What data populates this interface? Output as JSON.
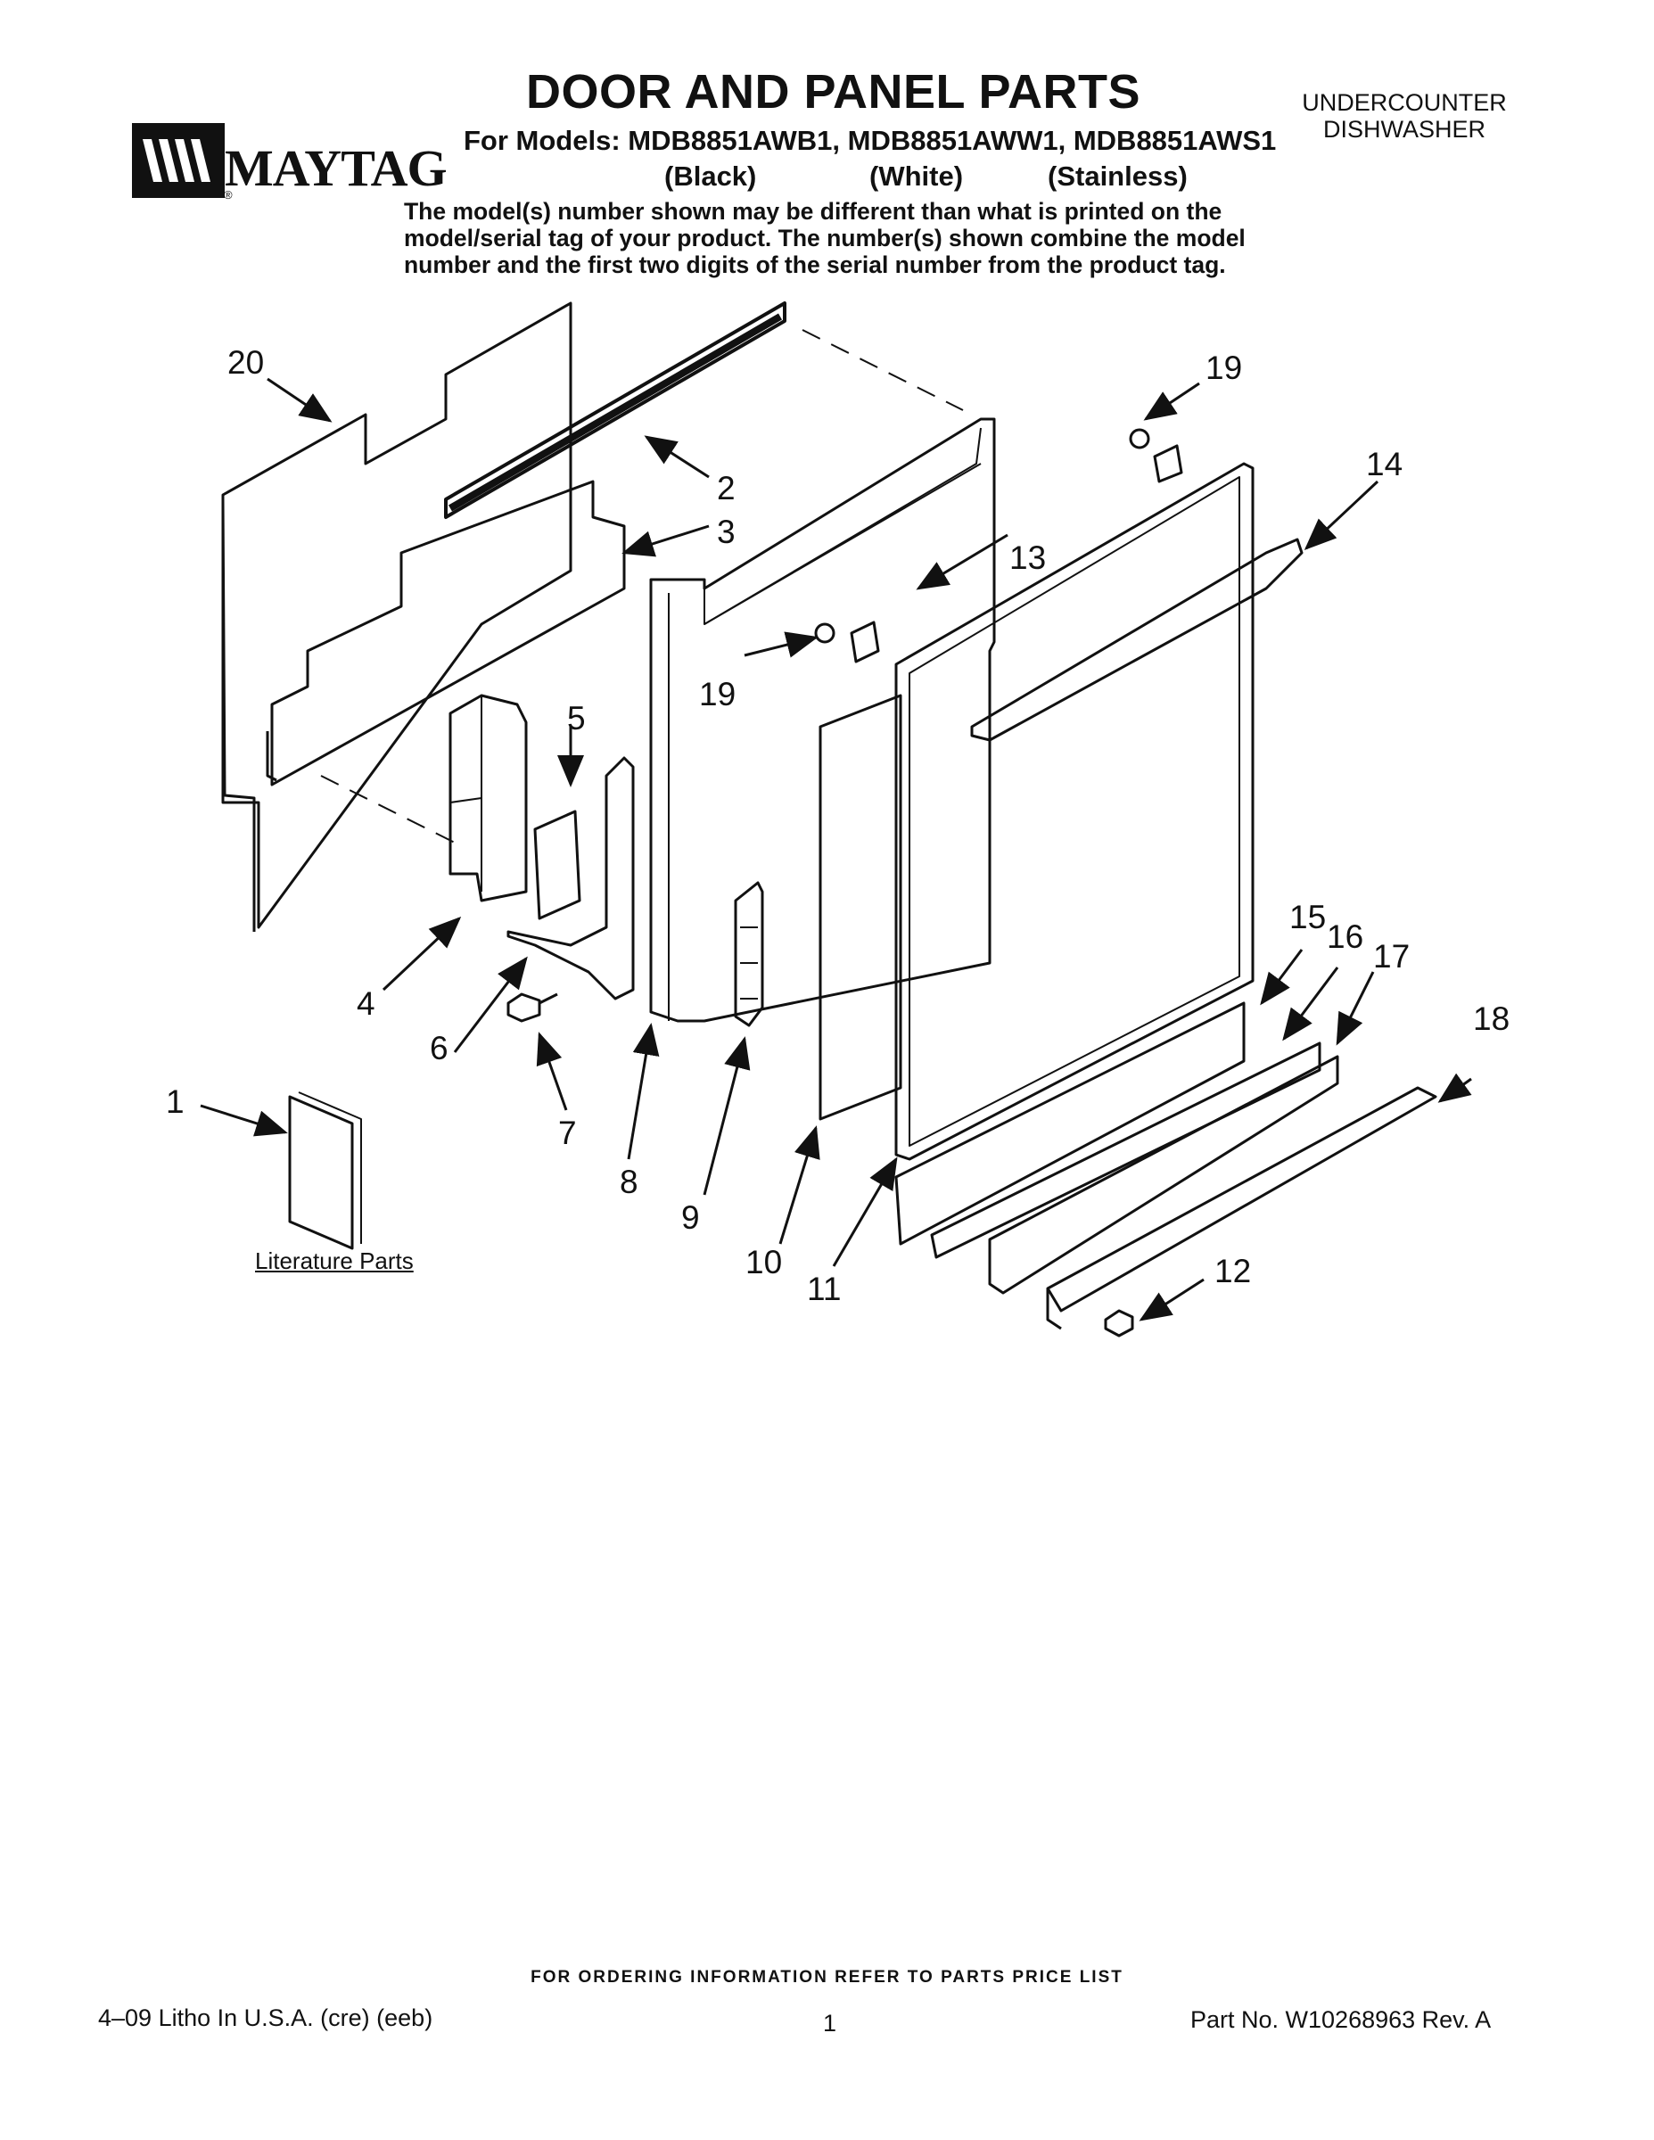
{
  "header": {
    "title": "DOOR AND PANEL PARTS",
    "models_line": "For Models: MDB8851AWB1, MDB8851AWW1, MDB8851AWS1",
    "variants": [
      "(Black)",
      "(White)",
      "(Stainless)"
    ],
    "category_line1": "UNDERCOUNTER",
    "category_line2": "DISHWASHER",
    "note": "The model(s) number shown may be different than what is printed on the model/serial tag of your product. The number(s) shown combine the model number and the first two digits of the serial number from the product tag."
  },
  "brand": {
    "name": "MAYTAG",
    "registered": "®"
  },
  "diagram": {
    "callouts": [
      "20",
      "2",
      "3",
      "19",
      "14",
      "13",
      "19",
      "5",
      "4",
      "6",
      "7",
      "8",
      "9",
      "10",
      "11",
      "15",
      "16",
      "17",
      "18",
      "1",
      "12"
    ],
    "literature_label": "Literature Parts"
  },
  "footer": {
    "ordering_note": "FOR ORDERING INFORMATION REFER TO PARTS PRICE LIST",
    "left": "4–09 Litho In U.S.A. (cre) (eeb)",
    "page": "1",
    "right": "Part No. W10268963 Rev. A"
  }
}
